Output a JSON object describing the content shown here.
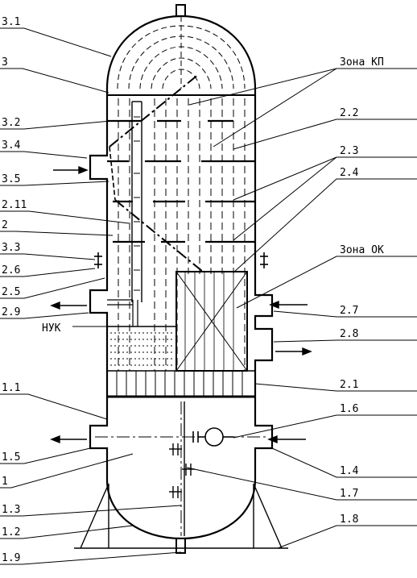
{
  "labels": {
    "l3_1": "3.1",
    "l3": "3",
    "l3_2": "3.2",
    "l3_4": "3.4",
    "l3_5": "3.5",
    "l2_11": "2.11",
    "l2": "2",
    "l3_3": "3.3",
    "l2_6": "2.6",
    "l2_5": "2.5",
    "l2_9": "2.9",
    "nuk": "НУК",
    "l1_1": "1.1",
    "l1_5": "1.5",
    "l1": "1",
    "l1_3": "1.3",
    "l1_2": "1.2",
    "l1_9": "1.9",
    "zona_kp": "Зона КП",
    "l2_2": "2.2",
    "l2_3": "2.3",
    "l2_4": "2.4",
    "zona_ok": "Зона ОК",
    "l2_7": "2.7",
    "l2_8": "2.8",
    "l2_1": "2.1",
    "l1_6": "1.6",
    "l1_4": "1.4",
    "l1_7": "1.7",
    "l1_8": "1.8"
  }
}
